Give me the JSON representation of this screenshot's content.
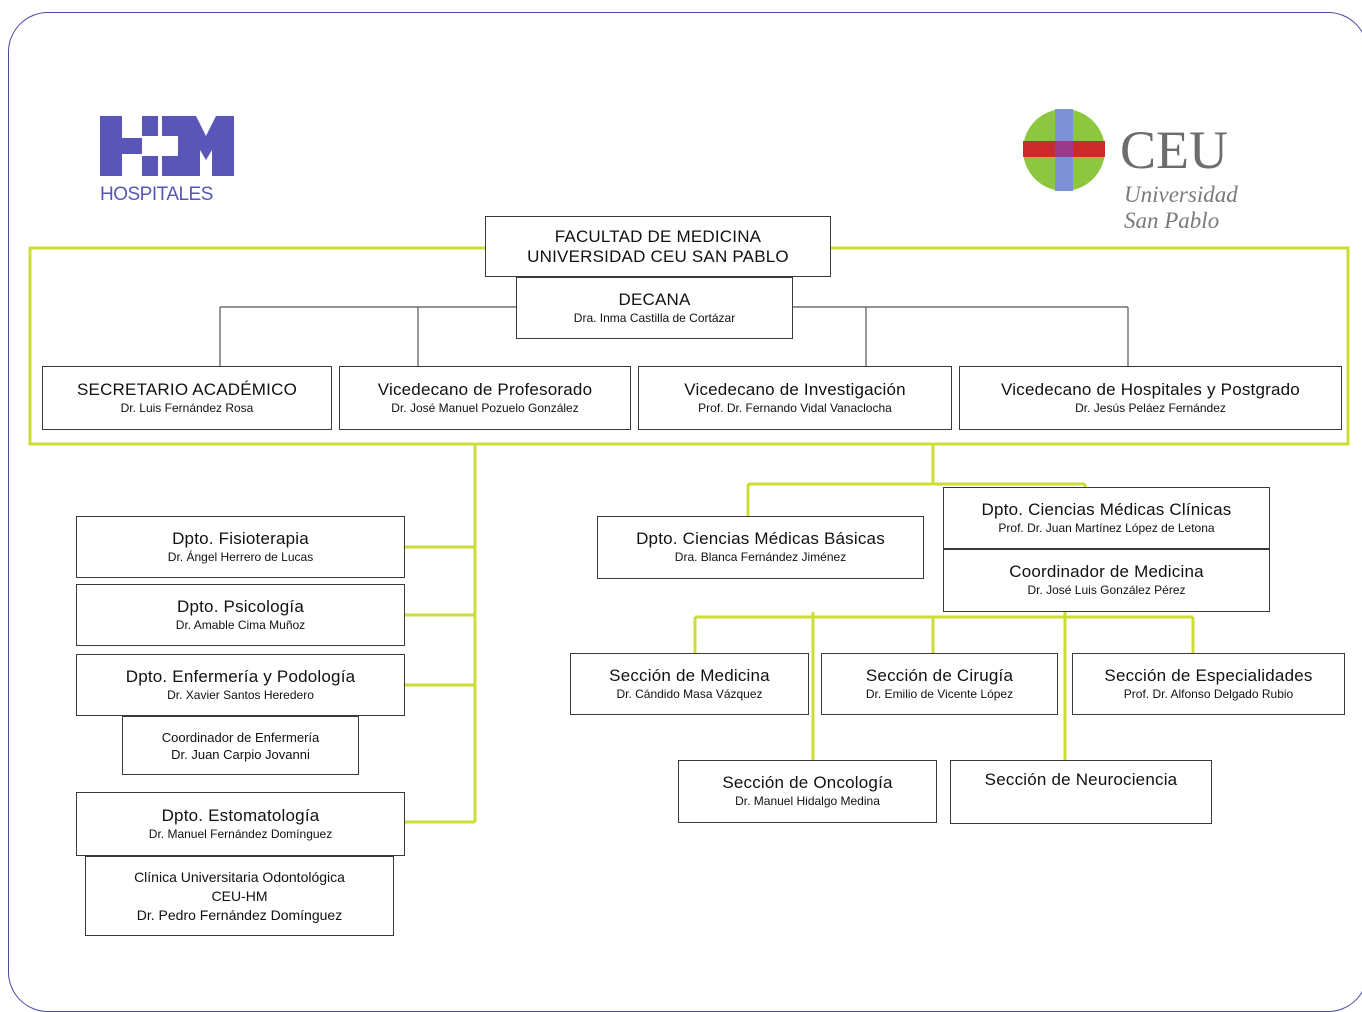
{
  "logos": {
    "hm": {
      "text": "HOSPITALES",
      "color": "#5a56b8"
    },
    "ceu": {
      "word": "CEU",
      "line1": "Universidad",
      "line2": "San Pablo"
    }
  },
  "colors": {
    "accent_line": "#ccdd33",
    "gray_line": "#555555",
    "frame": "#4a4aa0"
  },
  "org": {
    "facultad": {
      "line1": "FACULTAD DE MEDICINA",
      "line2": "UNIVERSIDAD CEU SAN PABLO"
    },
    "decana": {
      "title": "DECANA",
      "name": "Dra. Inma Castilla de Cortázar"
    },
    "secretario": {
      "title": "SECRETARIO ACADÉMICO",
      "name": "Dr. Luis Fernández Rosa"
    },
    "vice_profesorado": {
      "title": "Vicedecano de Profesorado",
      "name": "Dr. José Manuel Pozuelo González"
    },
    "vice_investigacion": {
      "title": "Vicedecano de Investigación",
      "name": "Prof. Dr. Fernando Vidal Vanaclocha"
    },
    "vice_hospitales": {
      "title": "Vicedecano de Hospitales y Postgrado",
      "name": "Dr. Jesús Peláez Fernández"
    },
    "fisioterapia": {
      "title": "Dpto. Fisioterapia",
      "name": "Dr. Ángel Herrero de Lucas"
    },
    "psicologia": {
      "title": "Dpto. Psicología",
      "name": "Dr. Amable Cima Muñoz"
    },
    "enfermeria": {
      "title": "Dpto. Enfermería y Podología",
      "name": "Dr. Xavier Santos Heredero"
    },
    "coord_enfermeria": {
      "title": "Coordinador de Enfermería",
      "name": "Dr. Juan Carpio Jovanni"
    },
    "estomatologia": {
      "title": "Dpto. Estomatología",
      "name": "Dr. Manuel Fernández Domínguez"
    },
    "clinica": {
      "line1": "Clínica Universitaria Odontológica",
      "line2": "CEU-HM",
      "name": "Dr. Pedro Fernández Domínguez"
    },
    "basicas": {
      "title": "Dpto. Ciencias Médicas Básicas",
      "name": "Dra. Blanca Fernández Jiménez"
    },
    "clinicas": {
      "title": "Dpto. Ciencias Médicas Clínicas",
      "name": "Prof. Dr. Juan Martínez López de Letona"
    },
    "coord_medicina": {
      "title": "Coordinador de Medicina",
      "name": "Dr. José Luis González Pérez"
    },
    "sec_medicina": {
      "title": "Sección de Medicina",
      "name": "Dr. Cándido Masa Vázquez"
    },
    "sec_cirugia": {
      "title": "Sección de Cirugía",
      "name": "Dr. Emilio de Vicente López"
    },
    "sec_especialidades": {
      "title": "Sección de Especialidades",
      "name": "Prof. Dr. Alfonso Delgado Rubio"
    },
    "sec_oncologia": {
      "title": "Sección de Oncología",
      "name": "Dr. Manuel Hidalgo Medina"
    },
    "sec_neurociencia": {
      "title": "Sección de Neurociencia"
    }
  }
}
